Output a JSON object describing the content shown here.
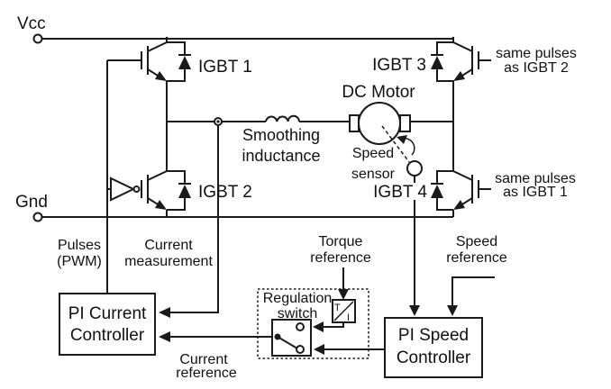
{
  "colors": {
    "line": "#1a1a1a",
    "text": "#111111",
    "background": "#ffffff"
  },
  "labels": {
    "vcc": "Vcc",
    "gnd": "Gnd",
    "igbt": [
      "IGBT 1",
      "IGBT 2",
      "IGBT 3",
      "IGBT 4"
    ],
    "same_pulses_top": [
      "same pulses",
      "as IGBT 2"
    ],
    "same_pulses_bottom": [
      "same pulses",
      "as IGBT 1"
    ],
    "dc_motor": "DC Motor",
    "smoothing": [
      "Smoothing",
      "inductance"
    ],
    "speed_sensor": [
      "Speed",
      "sensor"
    ],
    "pulses_pwm": [
      "Pulses",
      "(PWM)"
    ],
    "current_measurement": [
      "Current",
      "measurement"
    ],
    "torque_reference": [
      "Torque",
      "reference"
    ],
    "speed_reference": [
      "Speed",
      "reference"
    ],
    "regulation_switch": [
      "Regulation",
      "switch"
    ],
    "current_reference": [
      "Current",
      "reference"
    ],
    "pi_current_controller": [
      "PI Current",
      "Controller"
    ],
    "pi_speed_controller": [
      "PI Speed",
      "Controller"
    ],
    "ti_block": {
      "top": "T",
      "bottom": "I"
    }
  }
}
